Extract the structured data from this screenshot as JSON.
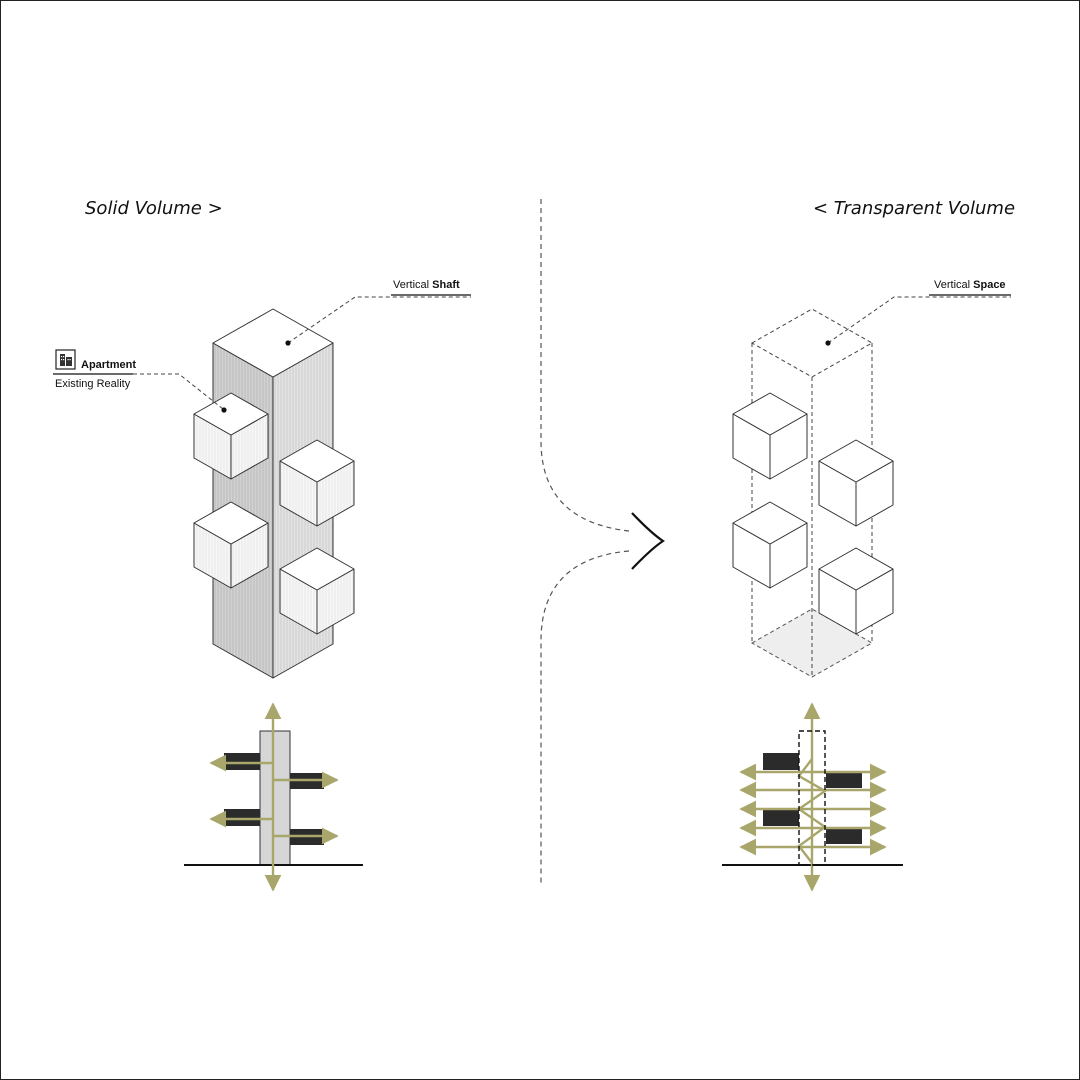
{
  "headings": {
    "left": "Solid Volume >",
    "right": "< Transparent Volume"
  },
  "callouts": {
    "shaft": {
      "prefix": "Vertical",
      "bold": "Shaft"
    },
    "space": {
      "prefix": "Vertical",
      "bold": "Space"
    },
    "apartment": {
      "title": "Apartment",
      "subtitle": "Existing Reality",
      "icon": "apartment-building-icon"
    }
  },
  "colors": {
    "arrow": "#a8a66a",
    "shaft_fill": "#d6d6d6",
    "block": "#2b2b2b",
    "line": "#333333"
  }
}
